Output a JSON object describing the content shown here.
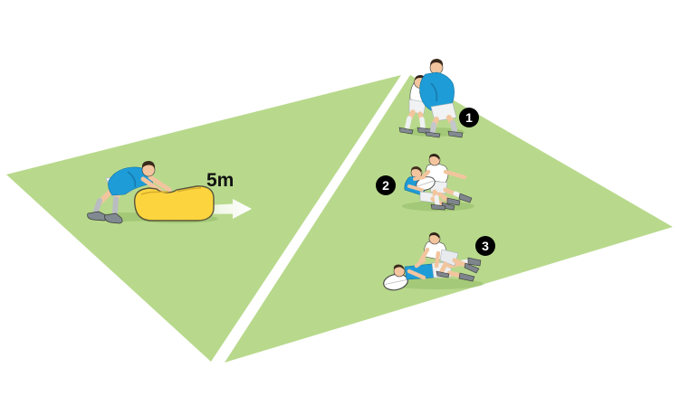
{
  "drill": {
    "distance_label": "5m",
    "steps": [
      {
        "number": "1"
      },
      {
        "number": "2"
      },
      {
        "number": "3"
      }
    ]
  },
  "icons": [
    "left-field-triangle",
    "right-field-triangle",
    "field-divider-stripe",
    "blue-player-icon",
    "white-player-icon",
    "tackle-bag-icon",
    "direction-arrow-icon",
    "rugby-ball-icon",
    "step-badge"
  ],
  "colors": {
    "grass_green": "#b8d98c",
    "divider_white": "#ffffff",
    "team_blue": "#1e9cd7",
    "team_blue_shade": "#14719f",
    "team_white_kit": "#ffffff",
    "kit_shade": "#ccd2d6",
    "skin": "#f2c59e",
    "hair": "#3a2a1c",
    "sock_gray": "#b9bdc1",
    "shoe_gray": "#828a91",
    "tackle_bag_yellow": "#fcd53e",
    "tackle_bag_outline": "#5a553b",
    "ball_white": "#ffffff",
    "badge_background": "#000000",
    "badge_text": "#ffffff",
    "label_text": "#111111",
    "ground_shadow": "#8fb964"
  }
}
